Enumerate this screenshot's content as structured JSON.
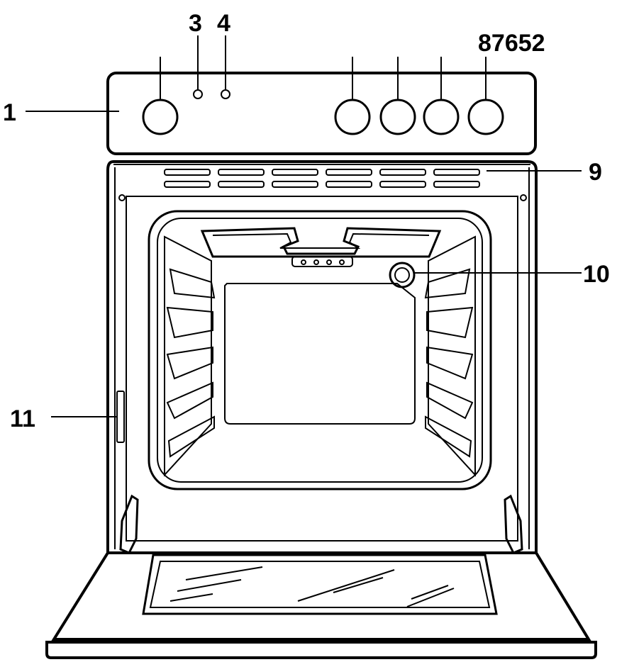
{
  "callouts": {
    "control_panel": "1",
    "indicator_light_a": "3",
    "indicator_light_b": "4",
    "knob_numbers": "87652",
    "vent": "9",
    "oven_lamp": "10",
    "door_switch": "11"
  }
}
